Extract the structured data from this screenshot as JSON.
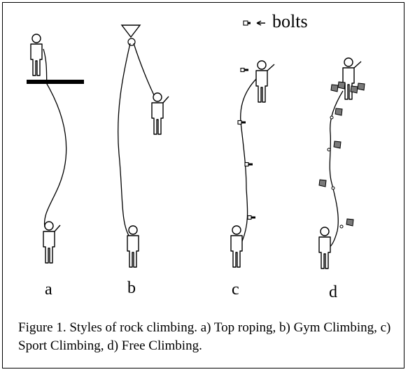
{
  "legend": {
    "label": "bolts",
    "icon": "bolt-icon"
  },
  "panels": [
    {
      "id": "a",
      "label": "a"
    },
    {
      "id": "b",
      "label": "b"
    },
    {
      "id": "c",
      "label": "c"
    },
    {
      "id": "d",
      "label": "d"
    }
  ],
  "caption": {
    "text": "Figure 1. Styles of rock climbing. a) Top roping, b) Gym Climbing, c) Sport Climbing, d) Free Climbing."
  },
  "colors": {
    "ink": "#000000",
    "gear_fill": "#7a7a7a",
    "background": "#ffffff"
  }
}
